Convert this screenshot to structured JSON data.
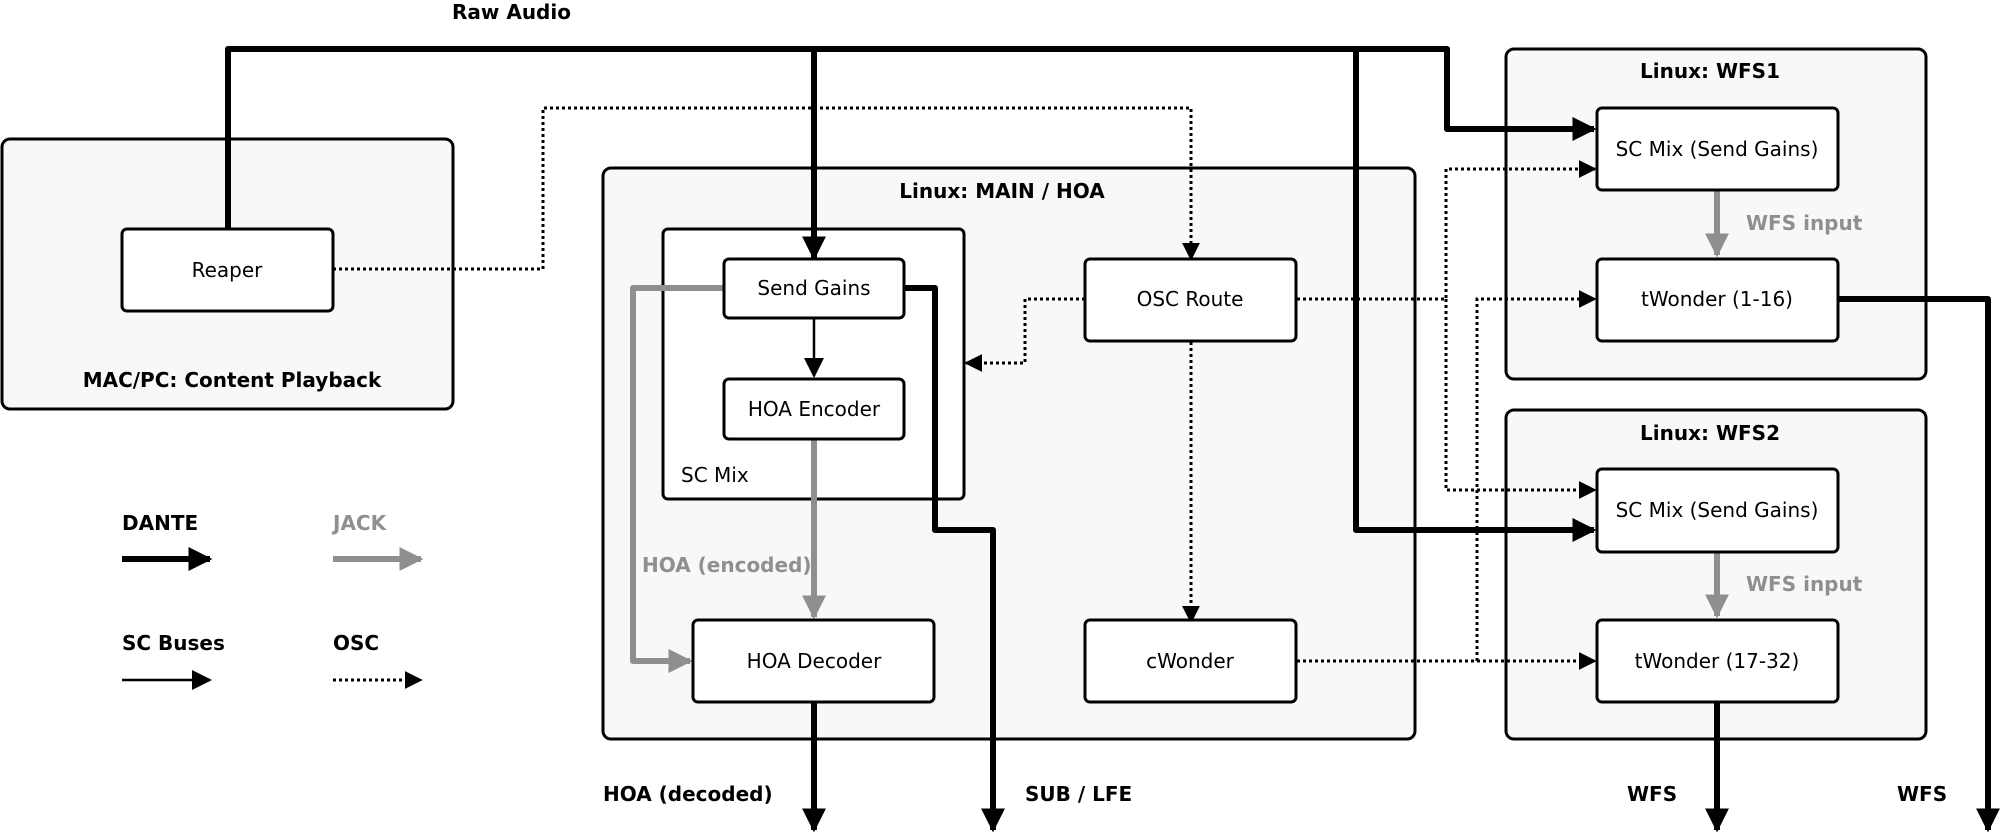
{
  "groups": {
    "mac": "MAC/PC: Content Playback",
    "main": "Linux: MAIN / HOA",
    "wfs1": "Linux: WFS1",
    "wfs2": "Linux: WFS2",
    "scmix": "SC Mix"
  },
  "nodes": {
    "reaper": "Reaper",
    "send_gains": "Send Gains",
    "hoa_encoder": "HOA Encoder",
    "hoa_decoder": "HOA Decoder",
    "osc_route": "OSC Route",
    "cwonder": "cWonder",
    "wfs1_scmix": "SC Mix (Send Gains)",
    "twonder_1": "tWonder (1-16)",
    "wfs2_scmix": "SC Mix (Send Gains)",
    "twonder_2": "tWonder (17-32)"
  },
  "labels": {
    "raw_audio": "Raw Audio",
    "hoa_encoded": "HOA (encoded)",
    "wfs_input_1": "WFS input",
    "wfs_input_2": "WFS input",
    "hoa_decoded": "HOA (decoded)",
    "sub_lfe": "SUB / LFE",
    "wfs_out_1": "WFS",
    "wfs_out_2": "WFS"
  },
  "legend": {
    "dante": "DANTE",
    "jack": "JACK",
    "sc_buses": "SC Buses",
    "osc": "OSC"
  },
  "colors": {
    "dante": "#000000",
    "jack": "#8f8f8f",
    "group_fill": "#f8f8f8"
  }
}
